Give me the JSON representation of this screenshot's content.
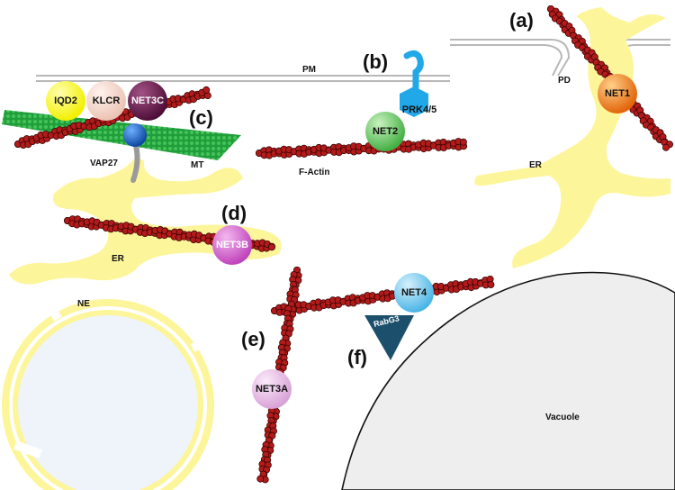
{
  "membrane_labels": {
    "pm": "PM",
    "pd": "PD",
    "ne": "NE",
    "er_top": "ER",
    "er_left": "ER",
    "microtubule": "MT",
    "vap27": "VAP27",
    "f_actin": "F-Actin",
    "vacuole": "Vacuole"
  },
  "panels": {
    "a": "(a)",
    "b": "(b)",
    "c": "(c)",
    "d": "(d)",
    "e": "(e)",
    "f": "(f)"
  },
  "proteins": {
    "net1": "NET1",
    "net2": "NET2",
    "net3a": "NET3A",
    "net3b": "NET3B",
    "net3c": "NET3C",
    "net4": "NET4",
    "iqd2": "IQD2",
    "klcr": "KLCR",
    "prk": "PRK4/5",
    "rabg3": "RabG3"
  },
  "colors": {
    "er": "#fdf59a",
    "actin": "#b31b1b",
    "microtubule": "#1fa83c",
    "vacuole": "#eeeeee",
    "nucleus": "#eef4fa",
    "net1": "#f07a12",
    "net2": "#6dcf6d",
    "net3a": "#ecc2ec",
    "net3b": "#d96fd3",
    "net3c": "#6a1a4f",
    "net4": "#7ccdf1",
    "iqd2": "#ffff26",
    "klcr": "#f7d7cc",
    "prk": "#20a8e8",
    "vap27_head": "#1565c0",
    "rabg3": "#1b4f6b"
  }
}
